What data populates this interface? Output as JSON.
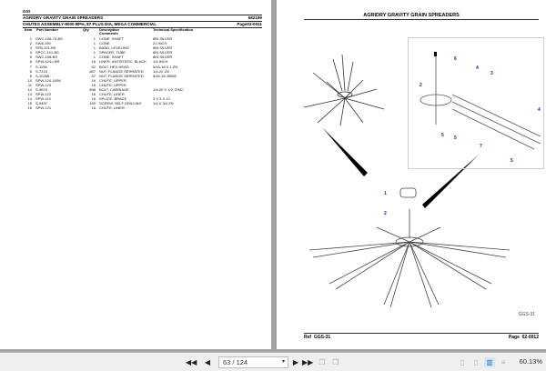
{
  "left_page": {
    "company": "GSI",
    "section_title": "AGRIDRY GRAVITY GRAIN SPREADERS",
    "section_code": "682199",
    "subtitle": "CHUTES ASSEMBLY-8000 BPH, 87 PLUS DIA, MEGA COMMERCIAL",
    "page_ref": "Page02-0011",
    "columns": {
      "item": "Item",
      "part_number": "Part Number",
      "qty": "Qty",
      "description": "Description",
      "comments": "Comments",
      "spec": "Technical Specification"
    },
    "parts": [
      {
        "item": "1",
        "part": "SWC-108-70-BS",
        "qty": "1",
        "desc": "CONE, SHAFT",
        "spec": "8IN SILVER"
      },
      {
        "item": "2",
        "part": "SW8-190",
        "qty": "1",
        "desc": "CONE",
        "spec": "21 INCH"
      },
      {
        "item": "3",
        "part": "SFB-121-BS",
        "qty": "1",
        "desc": "BAND, LEVELING",
        "spec": "8IN SILVER"
      },
      {
        "item": "4",
        "part": "SPCC-101-BS",
        "qty": "1",
        "desc": "SPACER, TUBE",
        "spec": "8IN SILVER"
      },
      {
        "item": "5",
        "part": "SWC-108-BS",
        "qty": "1",
        "desc": "CONE, SHAFT",
        "spec": "8IN SILVER"
      },
      {
        "item": "6",
        "part": "SPW-124-LNR",
        "qty": "16",
        "desc": "LINER, ANTISTATIC, BLACK",
        "spec": "1/4 INCH"
      },
      {
        "item": "7",
        "part": "S-1196",
        "qty": "52",
        "desc": "BOLT, HEX-HEAD",
        "spec": "5/16-18 X 1 ZN"
      },
      {
        "item": "8",
        "part": "S-7215",
        "qty": "857",
        "desc": "NUT, FLANGE SERRATED",
        "spec": "1/4-20 ZN"
      },
      {
        "item": "9",
        "part": "S-10266",
        "qty": "57",
        "desc": "NUT, FLANGE SERRATED",
        "spec": "5/16-18 J5508"
      },
      {
        "item": "10",
        "part": "SPW-124-16SK",
        "qty": "16",
        "desc": "CHUTE, UPPER",
        "spec": ""
      },
      {
        "item": "11",
        "part": "SPW-123",
        "qty": "16",
        "desc": "CHUTE, UPPER",
        "spec": ""
      },
      {
        "item": "12",
        "part": "S-9879",
        "qty": "658",
        "desc": "BOLT, CARRIAGE",
        "spec": "1/4-20 X 1/2, ZINC"
      },
      {
        "item": "13",
        "part": "SPW-122",
        "qty": "16",
        "desc": "CHUTE, LINER",
        "spec": ""
      },
      {
        "item": "14",
        "part": "SPW-113",
        "qty": "16",
        "desc": "SPLICE, BRACE",
        "spec": "3 X 3 X 12"
      },
      {
        "item": "15",
        "part": "S-9497",
        "qty": "150",
        "desc": "SCREW, SELF DRILLING",
        "spec": "1/4 X 3/4 ZN"
      },
      {
        "item": "16",
        "part": "SPW-121",
        "qty": "16",
        "desc": "CHUTE, LINER",
        "spec": ""
      }
    ]
  },
  "right_page": {
    "title": "AGRIDRY GRAVITY GRAIN SPREADERS",
    "figure_label": "GGS-31",
    "callouts_inset": [
      "6",
      "4",
      "3",
      "2",
      "4",
      "5",
      "5",
      "7",
      "5"
    ],
    "callouts_main": [
      "1",
      "2"
    ],
    "footer_ref_label": "Ref",
    "footer_ref": "GGS-31",
    "footer_page_label": "Page",
    "footer_page": "02-0012"
  },
  "toolbar": {
    "page_value": "63 / 124",
    "zoom": "60.13%",
    "icons": [
      "first-page",
      "previous-page",
      "next-page",
      "last-page",
      "previous-view",
      "next-view",
      "single-page",
      "single-continuous",
      "two-page",
      "two-page-continuous"
    ]
  }
}
